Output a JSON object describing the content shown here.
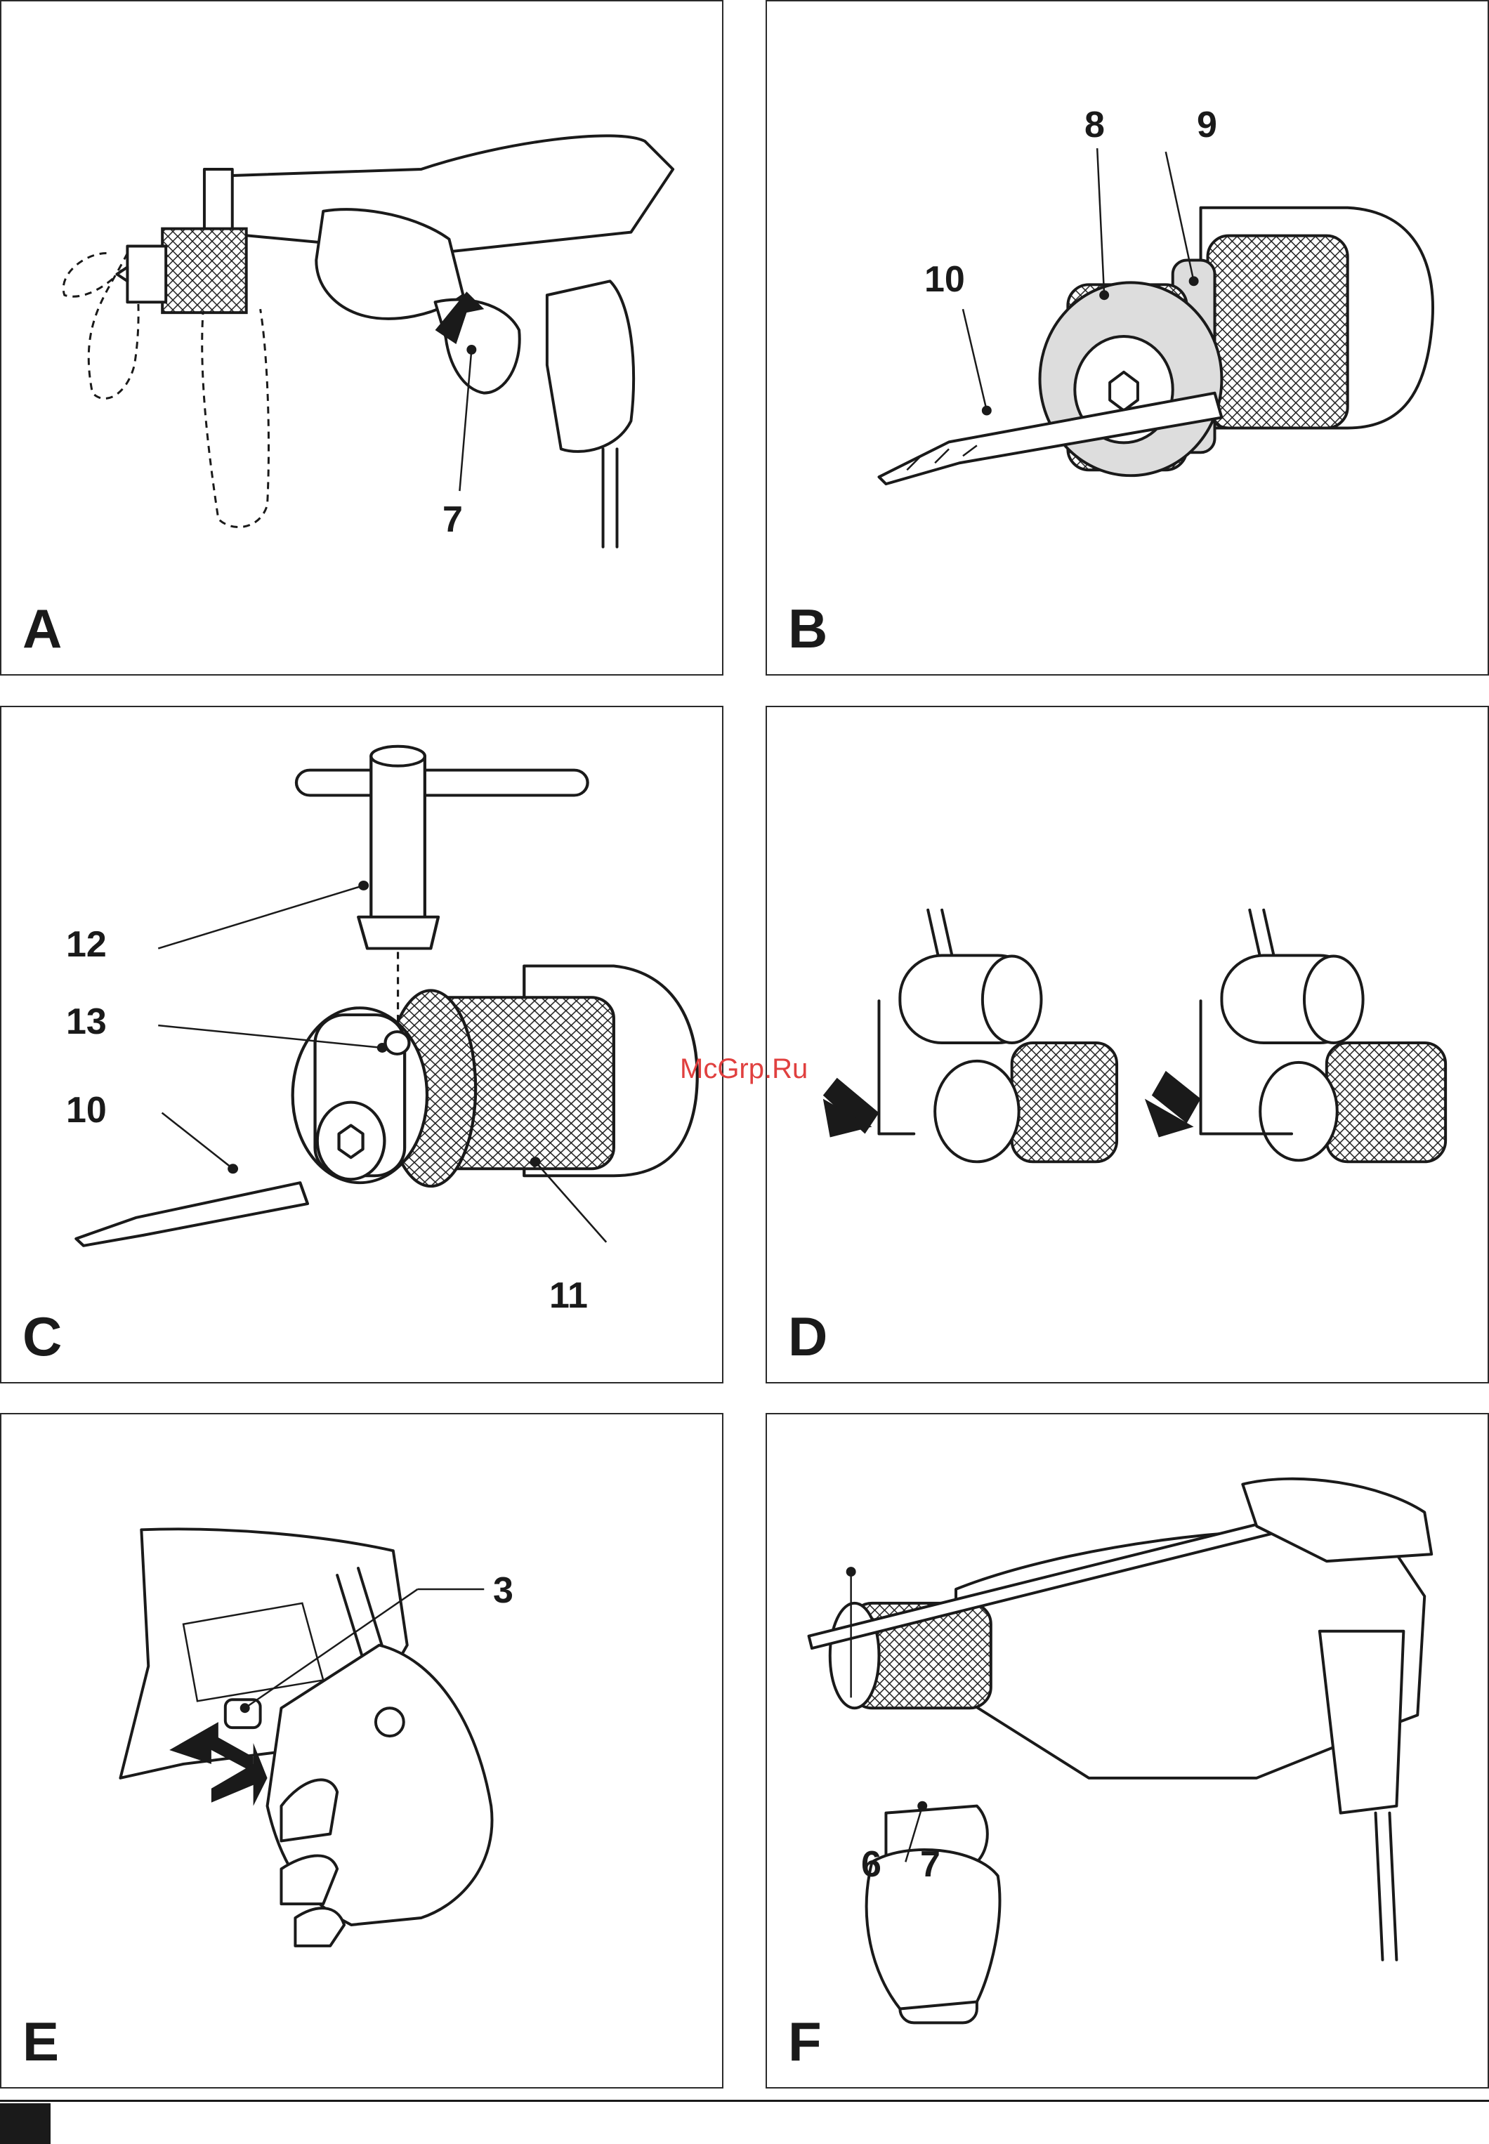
{
  "panels": {
    "a": {
      "label": "A",
      "callouts": [
        "7"
      ]
    },
    "b": {
      "label": "B",
      "callouts": [
        "8",
        "9",
        "10"
      ]
    },
    "c": {
      "label": "C",
      "callouts": [
        "12",
        "13",
        "10",
        "11"
      ]
    },
    "d": {
      "label": "D"
    },
    "e": {
      "label": "E",
      "callouts": [
        "3"
      ]
    },
    "f": {
      "label": "F",
      "callouts": [
        "6",
        "7"
      ]
    }
  },
  "watermark": "McGrp.Ru",
  "colors": {
    "ink": "#1a1a1a",
    "watermark": "#e0403f"
  },
  "hatch_pattern_id": "knurl"
}
